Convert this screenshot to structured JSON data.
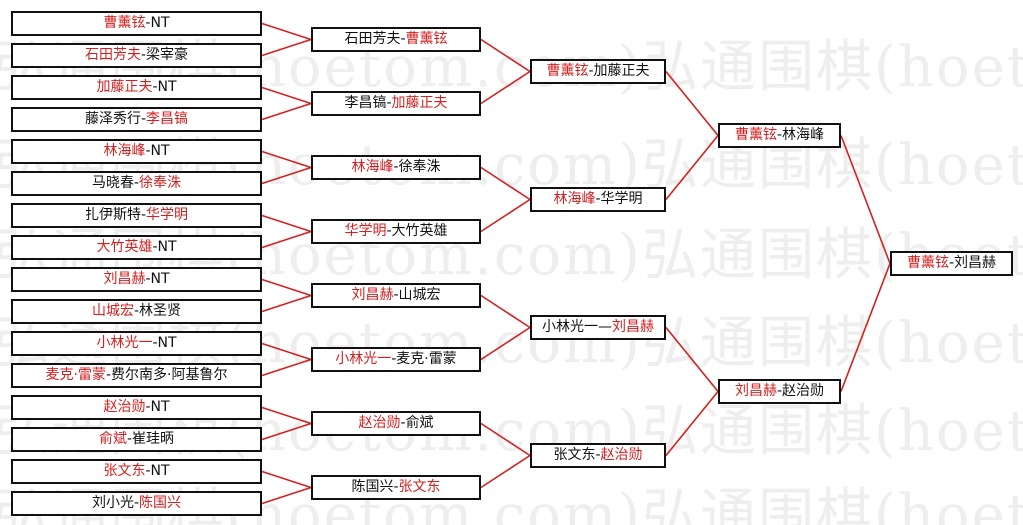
{
  "watermark": "弘通围棋(hoetom.com)",
  "colors": {
    "winner": "#d42020",
    "text": "#111111",
    "line": "#d42020",
    "border": "#111111"
  },
  "rounds": [
    {
      "round": 1,
      "matches": [
        {
          "left": "曹薰铉",
          "sep": "-",
          "right": "NT",
          "winner": "left"
        },
        {
          "left": "石田芳夫",
          "sep": "-",
          "right": "梁宰豪",
          "winner": "left"
        },
        {
          "left": "加藤正夫",
          "sep": "-",
          "right": "NT",
          "winner": "left"
        },
        {
          "left": "藤泽秀行",
          "sep": "-",
          "right": "李昌镐",
          "winner": "right"
        },
        {
          "left": "林海峰",
          "sep": "-",
          "right": "NT",
          "winner": "left"
        },
        {
          "left": "马晓春",
          "sep": "-",
          "right": "徐奉洙",
          "winner": "right"
        },
        {
          "left": "扎伊斯特",
          "sep": "-",
          "right": "华学明",
          "winner": "right"
        },
        {
          "left": "大竹英雄",
          "sep": "-",
          "right": "NT",
          "winner": "left"
        },
        {
          "left": "刘昌赫",
          "sep": "-",
          "right": "NT",
          "winner": "left"
        },
        {
          "left": "山城宏",
          "sep": "-",
          "right": "林圣贤",
          "winner": "left"
        },
        {
          "left": "小林光一",
          "sep": "-",
          "right": "NT",
          "winner": "left"
        },
        {
          "left": "麦克·雷蒙",
          "sep": "-",
          "right": "费尔南多·阿基鲁尔",
          "winner": "left"
        },
        {
          "left": "赵治勋",
          "sep": "-",
          "right": "NT",
          "winner": "left"
        },
        {
          "left": "俞斌",
          "sep": "-",
          "right": "崔珪昞",
          "winner": "left"
        },
        {
          "left": "张文东",
          "sep": "-",
          "right": "NT",
          "winner": "left"
        },
        {
          "left": "刘小光",
          "sep": "-",
          "right": "陈国兴",
          "winner": "right"
        }
      ]
    },
    {
      "round": 2,
      "matches": [
        {
          "left": "石田芳夫",
          "sep": "-",
          "right": "曹薰铉",
          "winner": "right"
        },
        {
          "left": "李昌镐",
          "sep": "-",
          "right": "加藤正夫",
          "winner": "right"
        },
        {
          "left": "林海峰",
          "sep": "-",
          "right": "徐奉洙",
          "winner": "left"
        },
        {
          "left": "华学明",
          "sep": "-",
          "right": "大竹英雄",
          "winner": "left"
        },
        {
          "left": "刘昌赫",
          "sep": "-",
          "right": "山城宏",
          "winner": "left"
        },
        {
          "left": "小林光一",
          "sep": "-",
          "right": "麦克·雷蒙",
          "winner": "left"
        },
        {
          "left": "赵治勋",
          "sep": "-",
          "right": "俞斌",
          "winner": "left"
        },
        {
          "left": "陈国兴",
          "sep": "-",
          "right": "张文东",
          "winner": "right"
        }
      ]
    },
    {
      "round": 3,
      "matches": [
        {
          "left": "曹薰铉",
          "sep": "-",
          "right": "加藤正夫",
          "winner": "left"
        },
        {
          "left": "林海峰",
          "sep": "-",
          "right": "华学明",
          "winner": "left"
        },
        {
          "left": "小林光一",
          "sep": "—",
          "right": "刘昌赫",
          "winner": "right"
        },
        {
          "left": "张文东",
          "sep": "-",
          "right": "赵治勋",
          "winner": "right"
        }
      ]
    },
    {
      "round": 4,
      "matches": [
        {
          "left": "曹薰铉",
          "sep": "-",
          "right": "林海峰",
          "winner": "left"
        },
        {
          "left": "刘昌赫",
          "sep": "-",
          "right": "赵治勋",
          "winner": "left"
        }
      ]
    },
    {
      "round": 5,
      "matches": [
        {
          "left": "曹薰铉",
          "sep": "-",
          "right": "刘昌赫",
          "winner": "left"
        }
      ]
    }
  ]
}
